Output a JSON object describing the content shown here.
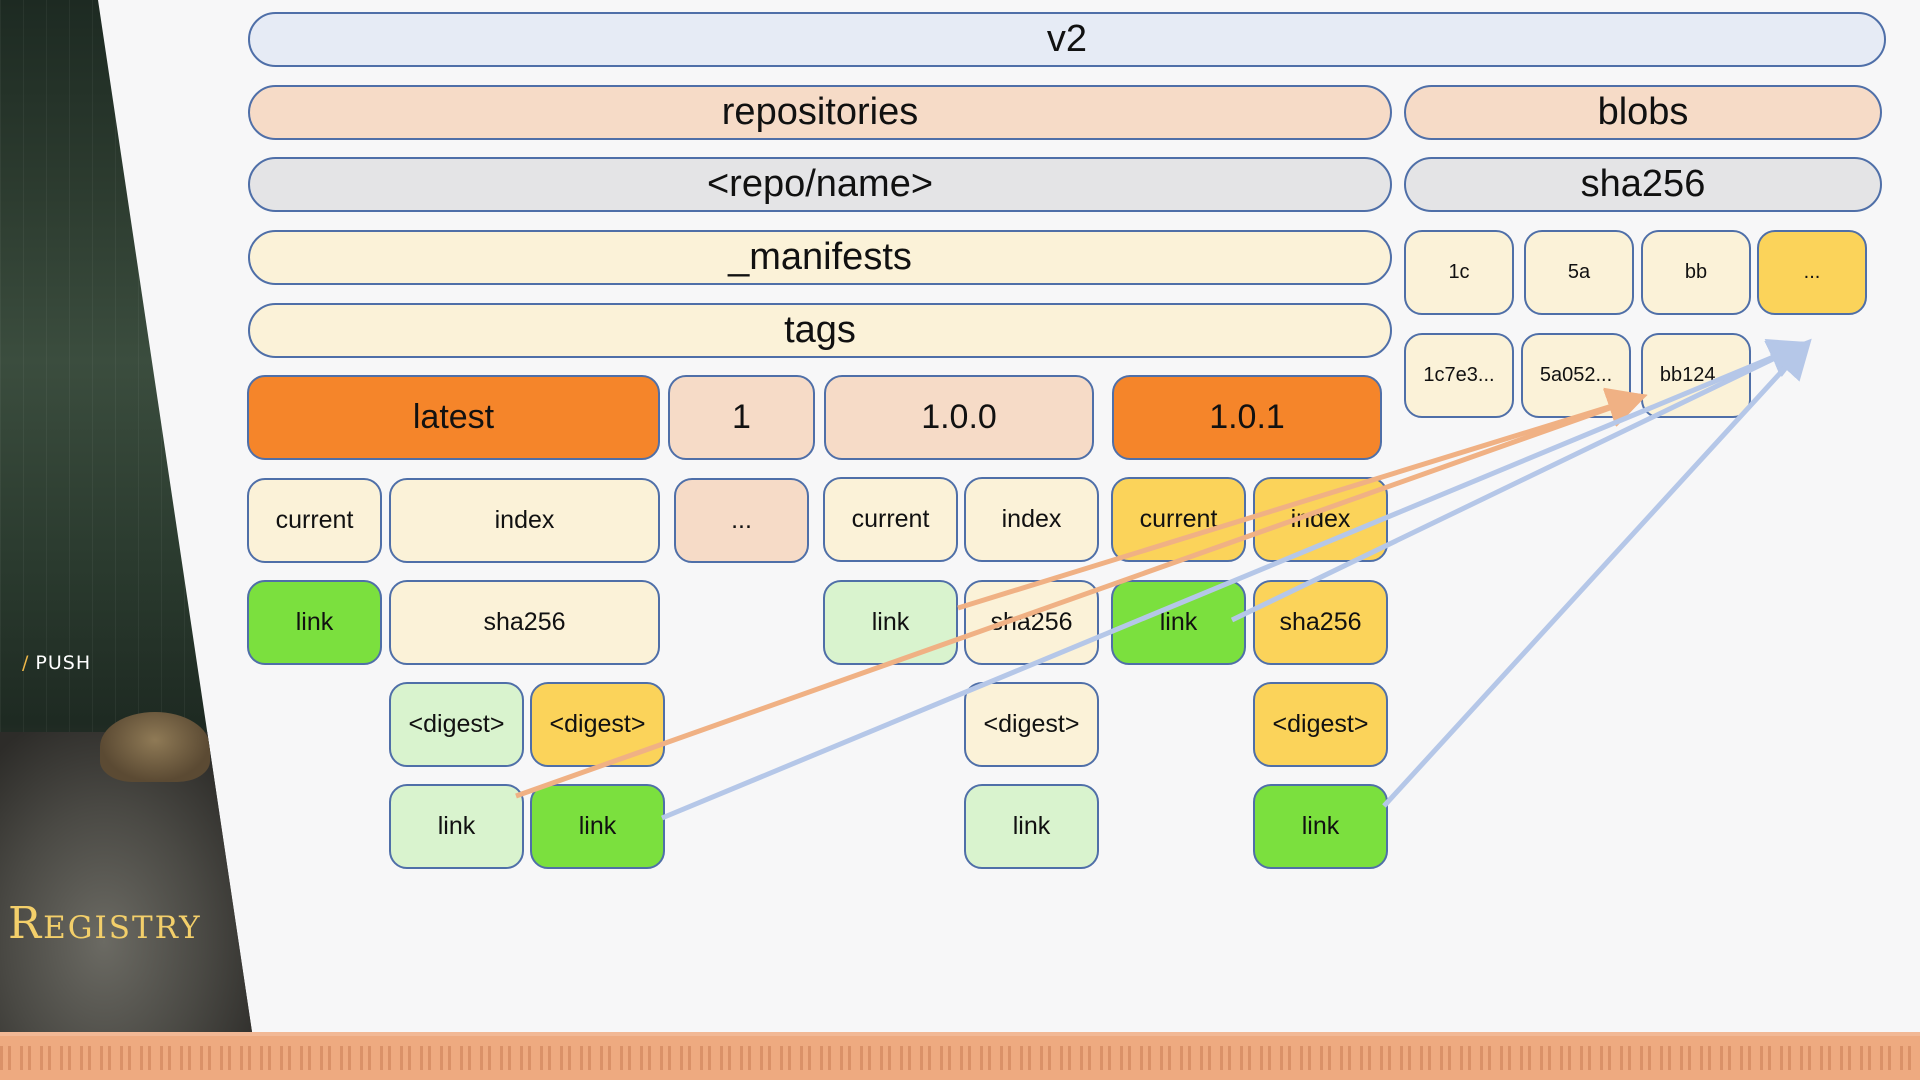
{
  "sidebar": {
    "section": "PUSH",
    "brand": "Registry"
  },
  "colors": {
    "node_border": "#4f6fa8",
    "highlight_orange": "#f5852a",
    "highlight_yellow": "#fbd35a",
    "highlight_green": "#7be03e",
    "arrow_orange": "#f0b184",
    "arrow_blue": "#b5c7e8"
  },
  "tree": {
    "root": "v2",
    "repositories": "repositories",
    "repo_name": "<repo/name>",
    "manifests": "_manifests",
    "tags": "tags",
    "tag_latest": "latest",
    "tag_1": "1",
    "tag_100": "1.0.0",
    "tag_101": "1.0.1",
    "latest_current": "current",
    "latest_index": "index",
    "tag_1_more": "...",
    "t100_current": "current",
    "t100_index": "index",
    "t101_current": "current",
    "t101_index": "index",
    "latest_link": "link",
    "latest_sha": "sha256",
    "t100_link": "link",
    "t100_sha": "sha256",
    "t101_link": "link",
    "t101_sha": "sha256",
    "latest_digest_1": "<digest>",
    "latest_digest_2": "<digest>",
    "t100_digest": "<digest>",
    "t101_digest": "<digest>",
    "latest_digest_1_link": "link",
    "latest_digest_2_link": "link",
    "t100_digest_link": "link",
    "t101_digest_link": "link"
  },
  "blobs": {
    "title": "blobs",
    "algo": "sha256",
    "prefixes": [
      "1c",
      "5a",
      "bb",
      "..."
    ],
    "digests": [
      "1c7e3...",
      "5a052...",
      "bb124..."
    ]
  }
}
